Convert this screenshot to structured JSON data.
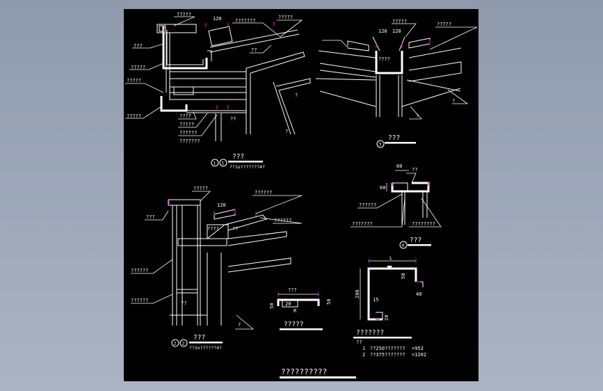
{
  "colors": {
    "background": "#000000",
    "line": "#ffffff",
    "marker": "#d000d0",
    "frame": "#9aa4b5"
  },
  "detail1": {
    "labels": [
      "?????",
      "120",
      "???????",
      "?????",
      "???",
      "??",
      "?????",
      "?????",
      "?????",
      "????",
      "?????",
      "??????",
      "???????",
      "??",
      "?",
      "?"
    ],
    "title": "???",
    "number": "1",
    "number2": "1",
    "subtitle": "??1o???????4?"
  },
  "detail3": {
    "labels": [
      "120",
      "120",
      "?????",
      "?????",
      "????",
      "?",
      "?"
    ],
    "title": "???",
    "number": "3"
  },
  "detail2": {
    "labels": [
      "?????",
      "???",
      "120",
      "??????",
      "????",
      "??",
      "??????",
      "??????",
      "??????",
      "??",
      "?"
    ],
    "title": "???",
    "number": "2",
    "number2": "2",
    "subtitle": "??2o??????4?"
  },
  "detail4": {
    "labels": [
      "60",
      "??",
      "60",
      "??????",
      "???????",
      "????????"
    ],
    "title": "???",
    "number": "4"
  },
  "detail5": {
    "labels": [
      "???",
      "50",
      "20",
      "50",
      "R"
    ],
    "title": "?????"
  },
  "detail6": {
    "labels": [
      "L",
      "50",
      "40",
      "200",
      "15",
      "20"
    ],
    "title": "???????",
    "table_header": "??",
    "rows": [
      {
        "no": "1",
        "desc": "??250???????",
        "value": "=952"
      },
      {
        "no": "2",
        "desc": "??375???????",
        "value": "=1202"
      }
    ]
  },
  "drawing_title": "??????????"
}
